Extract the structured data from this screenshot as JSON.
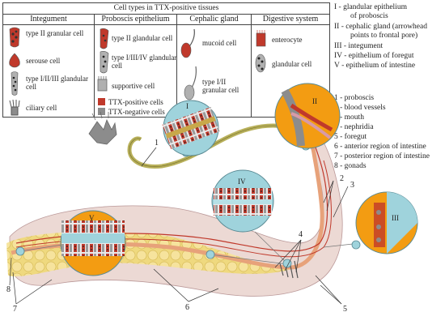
{
  "table": {
    "title": "Cell types in TTX-positive tissues",
    "headers": [
      "Integument",
      "Proboscis epithelium",
      "Cephalic gland",
      "Digestive system"
    ],
    "integument": [
      "type II granular cell",
      "serouse cell",
      "type I/II/III glandular cell",
      "ciliary cell"
    ],
    "proboscis": [
      "type II glandular cell",
      "type I/III/IV glandular cell",
      "supportive cell"
    ],
    "cephalic": [
      "mucoid cell",
      "type I/II granular cell"
    ],
    "digestive": [
      "enterocyte",
      "glandular cell"
    ],
    "ttx_positive": "TTX-positive cells",
    "ttx_negative": "TTX-negative cells"
  },
  "roman_legend": [
    "I - glandular epithelium",
    "of proboscis",
    "II - cephalic gland (arrowhead",
    "points to frontal pore)",
    "III - integument",
    "IV - epithelium of foregut",
    "V - epithelium of intestine"
  ],
  "number_legend": [
    "1 - proboscis",
    "2 - blood vessels",
    "3 - mouth",
    "4 - nephridia",
    "5 - foregut",
    "6 - anterior region of intestine",
    "7 - posterior region of intestine",
    "8 - gonads"
  ],
  "circle_labels": [
    "I",
    "II",
    "III",
    "IV",
    "V"
  ],
  "callouts": [
    "1",
    "2",
    "3",
    "4",
    "5",
    "6",
    "7",
    "8"
  ],
  "colors": {
    "ttx_positive": "#c0392b",
    "ttx_negative": "#8c8c8c",
    "body": "#e9d7d3",
    "gonad": "#f2dd84",
    "intestine": "#e7a27a",
    "proboscis": "#b8b05a",
    "circle_bg": "#9fd3dc",
    "orange_bg": "#f39c12"
  }
}
